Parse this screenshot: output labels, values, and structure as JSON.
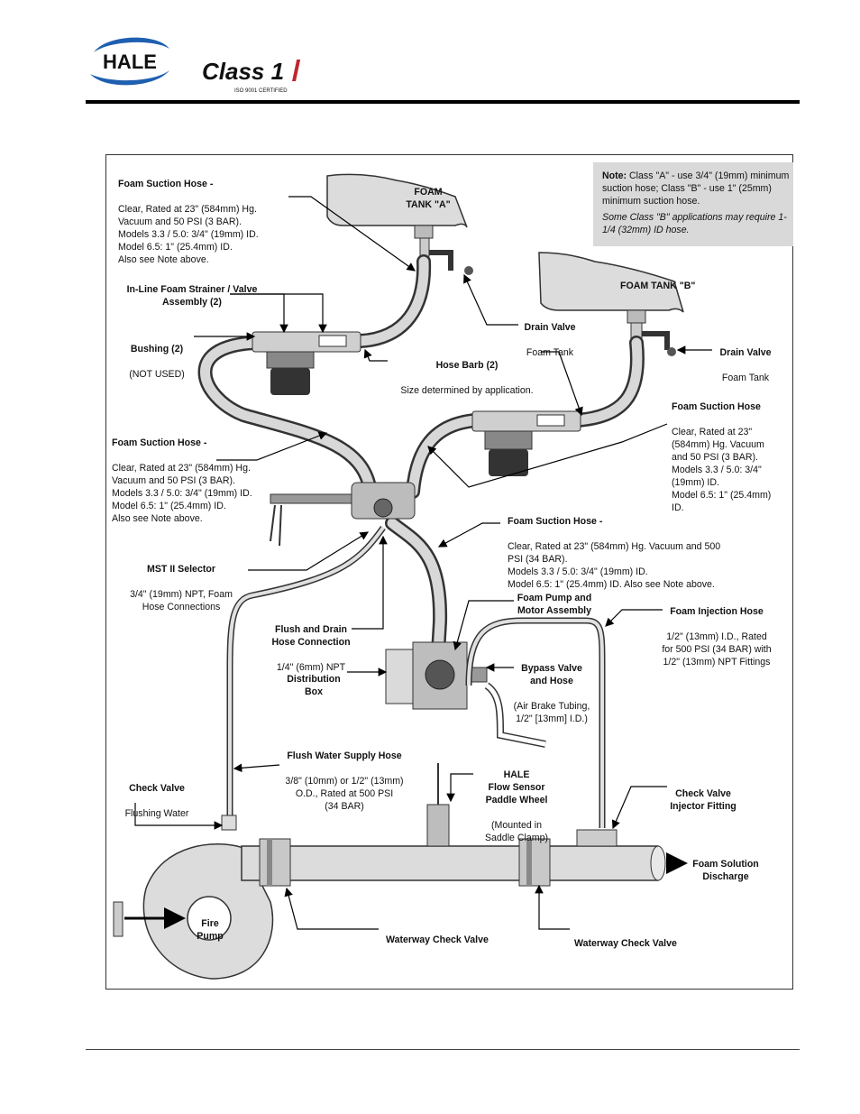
{
  "header": {
    "logo_hale_text": "HALE",
    "logo_class_text": "Class 1",
    "logo_class_subtext": "ISO 9001 CERTIFIED"
  },
  "note": {
    "heading": "Note:",
    "text": "Class \"A\" - use 3/4\" (19mm) minimum suction hose; Class \"B\" - use 1\" (25mm) minimum suction hose.",
    "italic": "Some Class \"B\" applications may require 1-1/4 (32mm) ID hose."
  },
  "labels": {
    "foam_suction_a": {
      "title": "Foam Suction Hose -",
      "body": "Clear, Rated at 23\" (584mm) Hg.\nVacuum and 50 PSI (3 BAR).\nModels 3.3 / 5.0: 3/4\" (19mm) ID.\nModel 6.5: 1\" (25.4mm) ID.\nAlso see Note above."
    },
    "foam_tank_a": {
      "title": "FOAM\nTANK \"A\""
    },
    "foam_tank_b": {
      "title": "FOAM TANK \"B\""
    },
    "strainer": {
      "title": "In-Line Foam Strainer / Valve\nAssembly (2)"
    },
    "bushing": {
      "title": "Bushing (2)",
      "body": "(NOT USED)"
    },
    "drain_valve_a": {
      "title": "Drain Valve",
      "body": "Foam Tank"
    },
    "drain_valve_b": {
      "title": "Drain Valve",
      "body": "Foam Tank"
    },
    "hose_barb": {
      "title": "Hose Barb (2)",
      "body": "Size determined by application."
    },
    "foam_suction_b": {
      "title": "Foam Suction Hose",
      "body": "Clear, Rated at 23\"\n(584mm) Hg. Vacuum\nand 50 PSI (3 BAR).\nModels 3.3 / 5.0: 3/4\"\n(19mm) ID.\nModel 6.5: 1\" (25.4mm)\nID."
    },
    "foam_suction_left": {
      "title": "Foam Suction Hose -",
      "body": "Clear, Rated at 23\" (584mm) Hg.\nVacuum and 50 PSI (3 BAR).\nModels 3.3 / 5.0: 3/4\" (19mm) ID.\nModel 6.5: 1\" (25.4mm) ID.\nAlso see Note above."
    },
    "foam_suction_mid": {
      "title": "Foam Suction Hose -",
      "body": "Clear, Rated at 23\" (584mm) Hg. Vacuum and 500\nPSI (34 BAR).\nModels 3.3 / 5.0: 3/4\" (19mm) ID.\nModel 6.5: 1\" (25.4mm) ID.  Also see Note above."
    },
    "mst_selector": {
      "title": "MST II Selector",
      "body": "3/4\" (19mm) NPT, Foam\nHose Connections"
    },
    "foam_pump": {
      "title": "Foam Pump and\nMotor Assembly"
    },
    "foam_injection": {
      "title": "Foam Injection Hose",
      "body": "1/2\" (13mm) I.D., Rated\nfor 500 PSI (34 BAR) with\n1/2\" (13mm) NPT Fittings"
    },
    "flush_drain": {
      "title": "Flush and Drain\nHose Connection",
      "body": "1/4\" (6mm) NPT"
    },
    "distribution_box": {
      "title": "Distribution\nBox"
    },
    "bypass_valve": {
      "title": "Bypass Valve\nand Hose",
      "body": "(Air Brake Tubing,\n1/2\" [13mm] I.D.)"
    },
    "flush_water": {
      "title": "Flush Water Supply Hose",
      "body": "3/8\" (10mm) or 1/2\" (13mm)\nO.D., Rated at 500 PSI\n(34 BAR)"
    },
    "hale_sensor": {
      "title": "HALE\nFlow Sensor\nPaddle Wheel",
      "body": "(Mounted in\nSaddle Clamp)"
    },
    "check_flushing": {
      "title": "Check Valve",
      "body": "Flushing Water"
    },
    "check_injector": {
      "title": "Check Valve\nInjector Fitting"
    },
    "foam_solution": {
      "title": "Foam Solution\nDischarge"
    },
    "fire_pump": {
      "title": "Fire\nPump"
    },
    "waterway_check_1": {
      "title": "Waterway Check Valve"
    },
    "waterway_check_2": {
      "title": "Waterway Check Valve"
    }
  }
}
